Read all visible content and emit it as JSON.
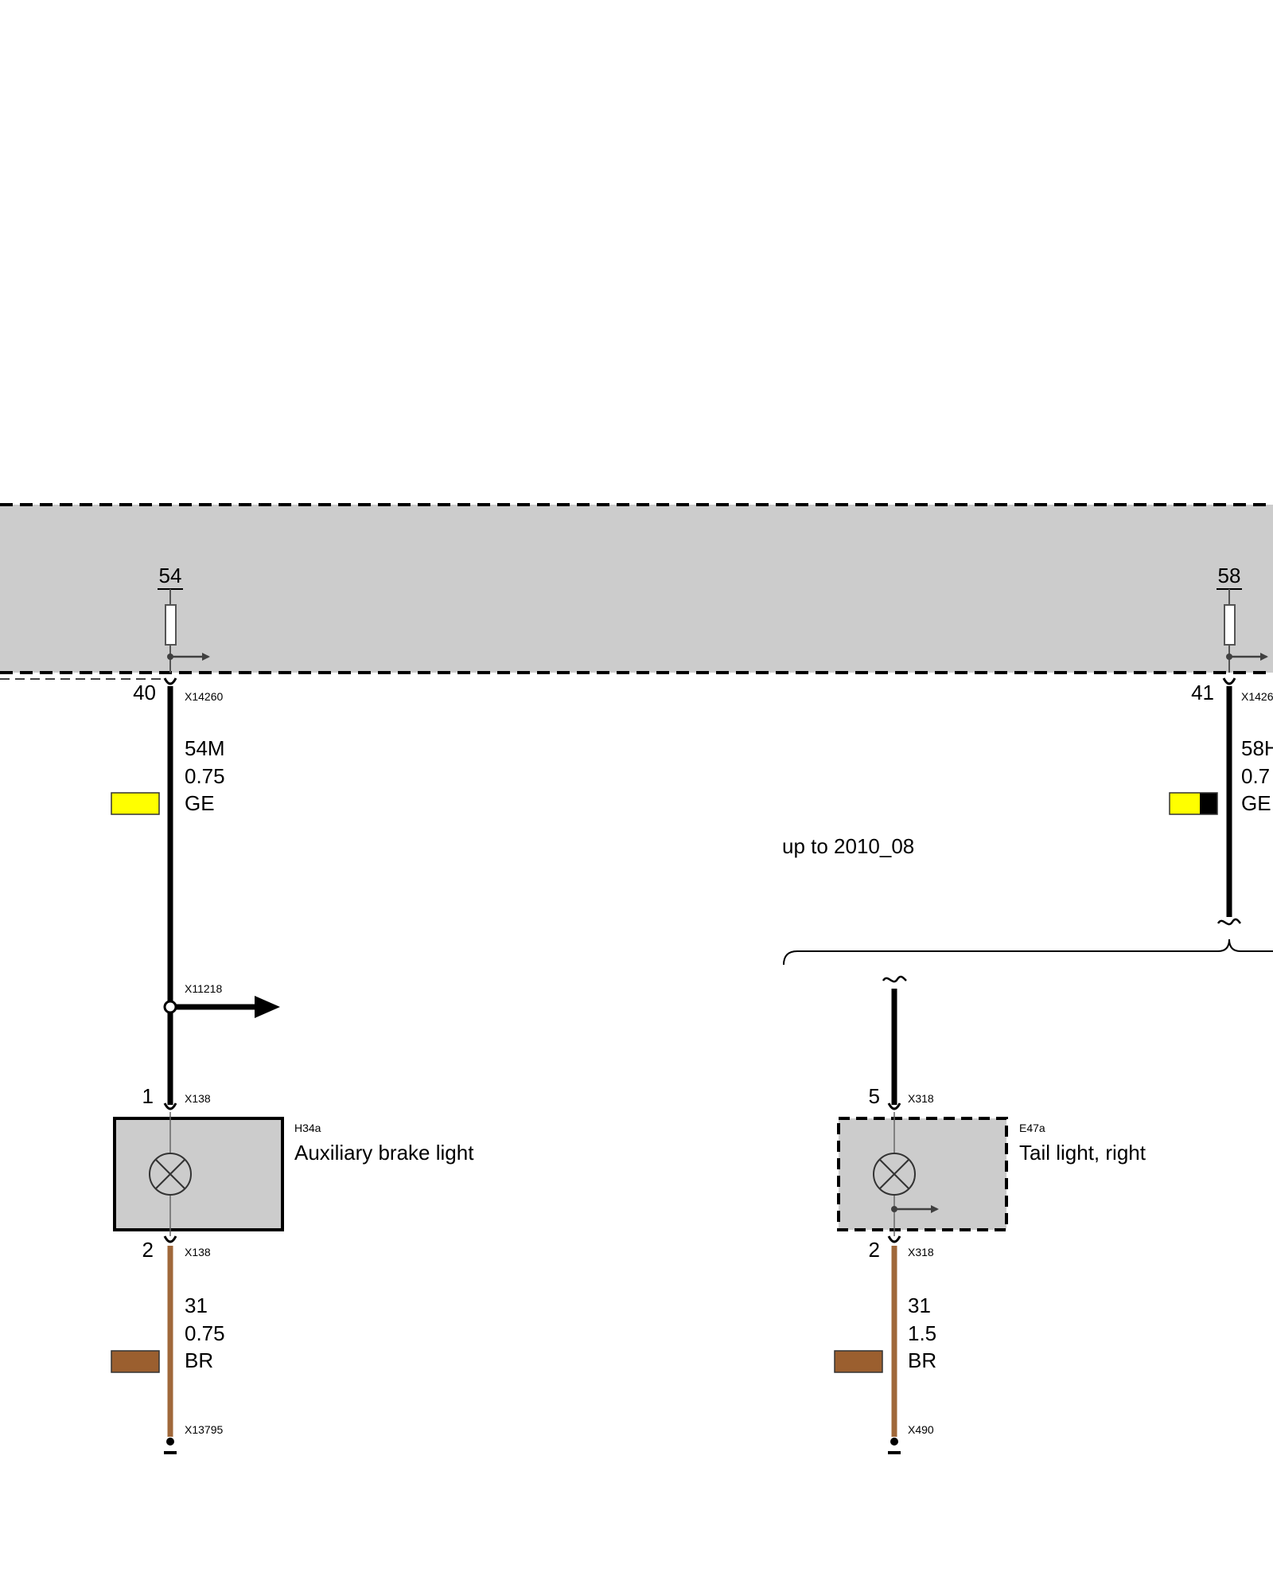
{
  "colors": {
    "module_fill": "#cccccc",
    "wire_black": "#000000",
    "wire_brown": "#a0683a",
    "swatch_yellow": "#ffff00",
    "swatch_brown": "#9b5f2f",
    "arrow_gray": "#404040"
  },
  "control_module": {
    "outputs": [
      {
        "terminal": "54",
        "pin": "40",
        "connector": "X14260",
        "wire": {
          "code": "54M",
          "gauge": "0.75",
          "color": "GE",
          "swatch_colors": [
            "#ffff00"
          ]
        },
        "ground_connector": "",
        "splice": "X11218"
      },
      {
        "terminal": "58",
        "pin": "41",
        "connector": "X1426",
        "wire": {
          "code": "58H",
          "gauge": "0.7",
          "color": "GE",
          "swatch_colors": [
            "#ffff00",
            "#000000"
          ]
        }
      }
    ]
  },
  "variant_note": "up to 2010_08",
  "components": [
    {
      "id": "H34a",
      "name": "Auxiliary brake light",
      "icon": "lamp-icon",
      "top_pin": "1",
      "top_connector": "X138",
      "bottom_pin": "2",
      "bottom_connector": "X138",
      "ground_wire": {
        "code": "31",
        "gauge": "0.75",
        "color": "BR"
      },
      "ground_connector": "X13795"
    },
    {
      "id": "E47a",
      "name": "Tail light, right",
      "icon": "lamp-icon",
      "top_pin": "5",
      "top_connector": "X318",
      "bottom_pin": "2",
      "bottom_connector": "X318",
      "ground_wire": {
        "code": "31",
        "gauge": "1.5",
        "color": "BR"
      },
      "ground_connector": "X490"
    }
  ]
}
